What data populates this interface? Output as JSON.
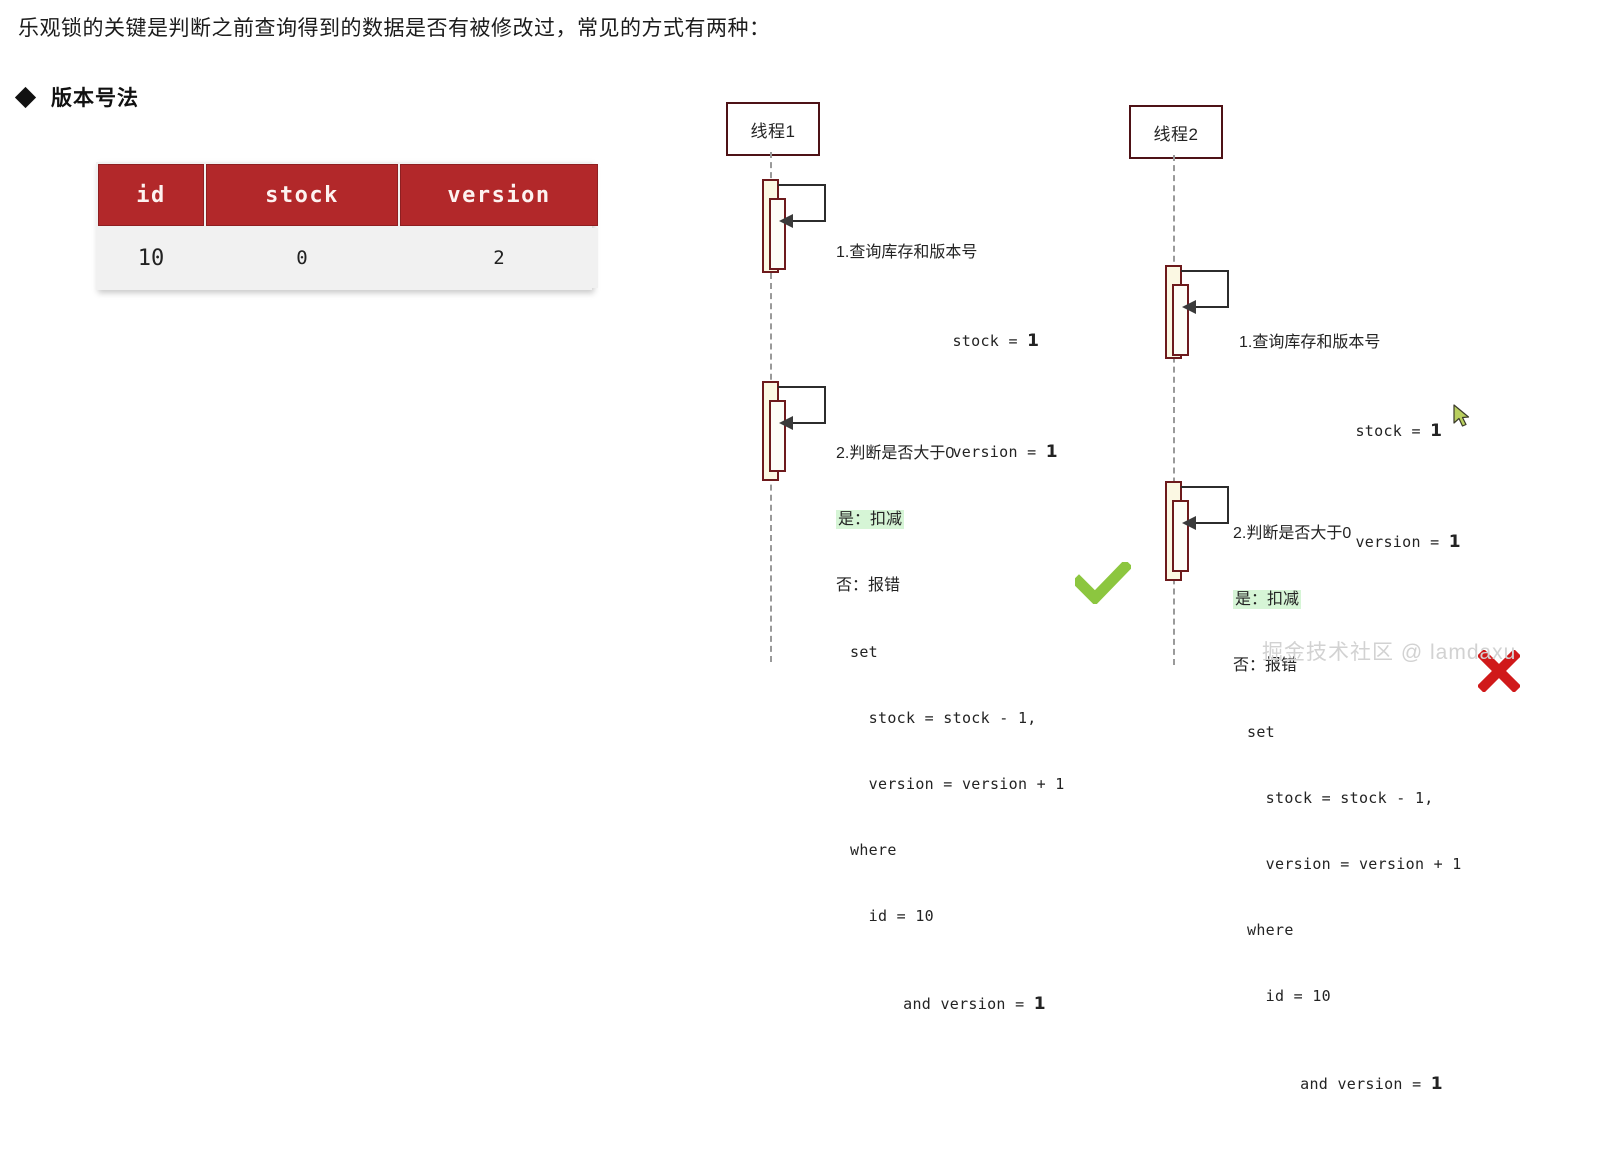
{
  "heading": {
    "intro": "乐观锁的关键是判断之前查询得到的数据是否有被修改过，常见的方式有两种：",
    "bullet_label": "版本号法"
  },
  "table": {
    "columns": [
      "id",
      "stock",
      "version"
    ],
    "rows": [
      [
        "10",
        "0",
        "2"
      ]
    ],
    "header_bg": "#b2282a",
    "header_fg": "#fdf2f0",
    "row_bg": "#f1f1f1"
  },
  "diagram": {
    "type": "sequence",
    "lifelines": [
      {
        "id": "t1",
        "label": "线程1"
      },
      {
        "id": "t2",
        "label": "线程2"
      }
    ],
    "colors": {
      "lifeline_border": "#4e1216",
      "activation_fill": "#fbf8e3",
      "activation_border": "#6d1a1c",
      "highlight": "#d6f5d6",
      "check": "#8cc63f",
      "cross": "#d0191a"
    },
    "thread1": {
      "step1": {
        "title": "1.查询库存和版本号",
        "lines": [
          "stock = ",
          "version = "
        ],
        "values": [
          "1",
          "1"
        ]
      },
      "step2": {
        "title": "2.判断是否大于0",
        "yes_label": "是：",
        "yes_value": "扣减",
        "no_label": "否：",
        "no_value": "报错",
        "sql": [
          "set",
          "  stock = stock - 1,",
          "  version = version + 1",
          "where",
          "  id = 10",
          "  and version = "
        ],
        "version_value": "1",
        "result_mark": "check-mark"
      }
    },
    "thread2": {
      "step1": {
        "title": "1.查询库存和版本号",
        "lines": [
          "stock = ",
          "version = "
        ],
        "values": [
          "1",
          "1"
        ]
      },
      "step2": {
        "title": "2.判断是否大于0",
        "yes_label": "是：",
        "yes_value": "扣减",
        "no_label": "否：",
        "no_value": "报错",
        "sql": [
          "set",
          "  stock = stock - 1,",
          "  version = version + 1",
          "where",
          "  id = 10",
          "  and version = "
        ],
        "version_value": "1",
        "result_mark": "cross-mark"
      }
    }
  },
  "watermark": {
    "text": "掘金技术社区 @ lamdaxu"
  }
}
